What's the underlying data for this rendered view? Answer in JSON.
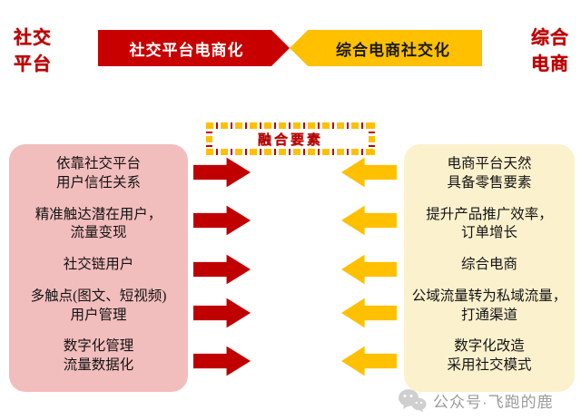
{
  "header": {
    "left_side_label": "社交\n平台",
    "left_banner_label": "社交平台电商化",
    "right_banner_label": "综合电商社交化",
    "right_side_label": "综合\n电商"
  },
  "fusion_box": {
    "label": "融合要素"
  },
  "left_panel": {
    "items": [
      "依靠社交平台\n用户信任关系",
      "精准触达潜在用户，\n流量变现",
      "社交链用户",
      "多触点(图文、短视频)\n用户管理",
      "数字化管理\n流量数据化"
    ]
  },
  "right_panel": {
    "items": [
      "电商平台天然\n具备零售要素",
      "提升产品推广效率，\n订单增长",
      "综合电商",
      "公域流量转为私域流量，\n打通渠道",
      "数字化改造\n采用社交模式"
    ]
  },
  "footer": {
    "wechat_icon": "wechat-icon",
    "watermark_text": "公众号·飞跑的鹿"
  },
  "colors": {
    "background": "#ffffff",
    "dark_red": "#c00000",
    "banner_red": "#c80000",
    "gold": "#ffc000",
    "left_panel_bg": "#f2bdbd",
    "right_panel_bg": "#fcf1cd",
    "watermark_gray": "#9b9b9b"
  }
}
